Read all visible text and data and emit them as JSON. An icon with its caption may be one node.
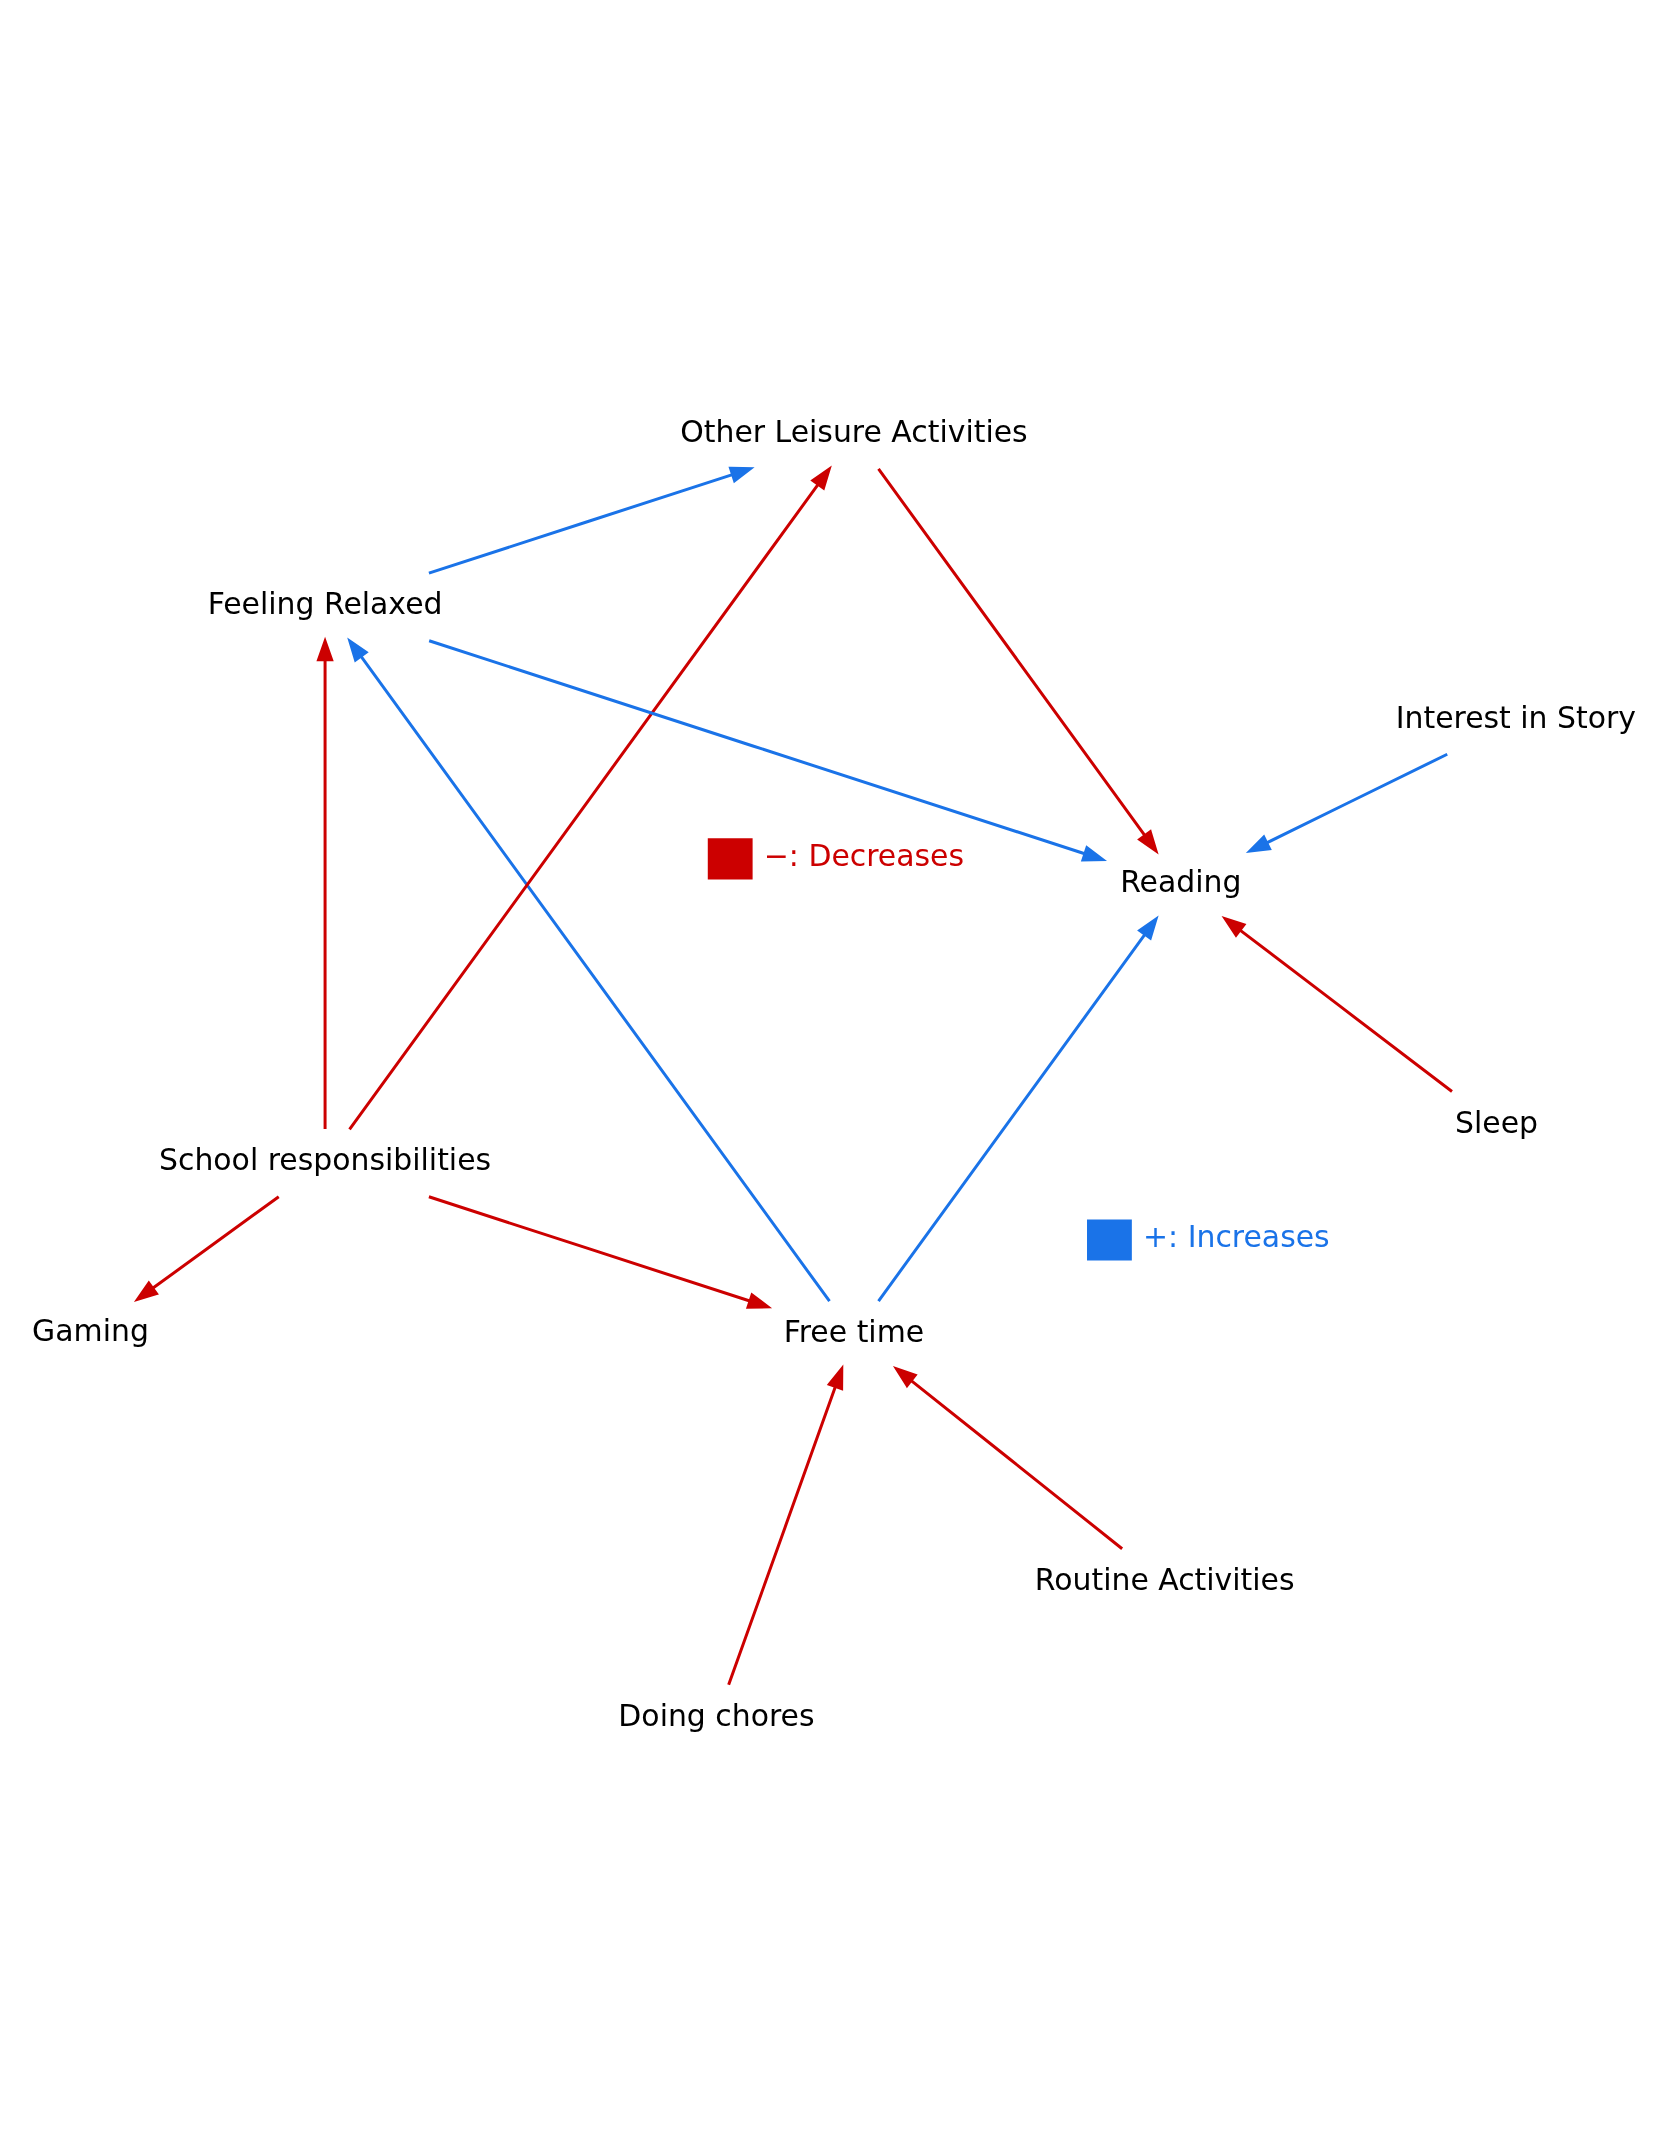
{
  "diagram": {
    "nodes": [
      {
        "text": [
          "Reading"
        ]
      },
      {
        "text": [
          "Free time"
        ]
      },
      {
        "text": [
          "Other Leisure Activities"
        ]
      },
      {
        "text": [
          "Doing chores"
        ]
      },
      {
        "text": [
          "Sleep"
        ]
      },
      {
        "text": [
          "Gaming"
        ]
      },
      {
        "text": [
          "School responsibilities"
        ]
      },
      {
        "text": [
          "Interest in Story"
        ]
      },
      {
        "text": [
          "Feeling Relaxed"
        ]
      },
      {
        "text": [
          "Routine Activities"
        ]
      }
    ],
    "edges": [
      {
        "from": 8,
        "to": 0,
        "arrow": "to",
        "color": "#1a73e8"
      },
      {
        "from": 7,
        "to": 0,
        "arrow": "to",
        "color": "#1a73e8"
      },
      {
        "from": 1,
        "to": 0,
        "arrow": "to",
        "color": "#1a73e8"
      },
      {
        "from": 1,
        "to": 8,
        "arrow": "to",
        "color": "#1a73e8"
      },
      {
        "from": 8,
        "to": 2,
        "arrow": "to",
        "color": "#1a73e8"
      },
      {
        "from": 9,
        "to": 1,
        "arrow": "to"
      },
      {
        "from": 2,
        "to": 0,
        "arrow": "to"
      },
      {
        "from": 4,
        "to": 0,
        "arrow": "to"
      },
      {
        "from": 3,
        "to": 1,
        "arrow": "to"
      },
      {
        "from": 6,
        "to": 1,
        "arrow": "to"
      },
      {
        "from": 6,
        "to": 2,
        "arrow": "to"
      },
      {
        "from": 6,
        "to": 5,
        "arrow": "to"
      },
      {
        "from": 6,
        "to": 8,
        "arrow": "to"
      }
    ],
    "legend": [
      {
        "text": "+: Increases",
        "color": "#1a73e8"
      },
      {
        "text": "−: Decreases",
        "color": "#cc0000"
      }
    ]
  }
}
